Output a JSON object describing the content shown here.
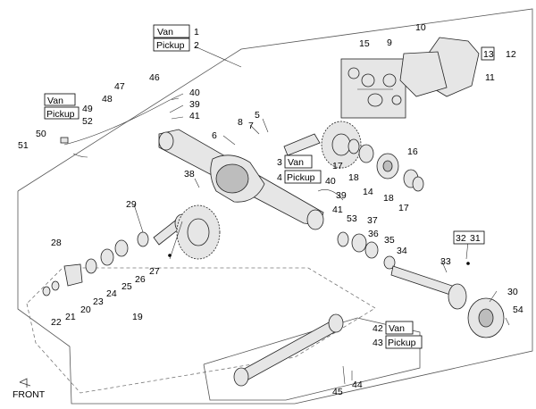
{
  "callouts": {
    "c1": "1",
    "c2": "2",
    "c3": "3",
    "c4": "4",
    "c5": "5",
    "c6": "6",
    "c7": "7",
    "c8": "8",
    "c9": "9",
    "c10": "10",
    "c11": "11",
    "c12": "12",
    "c13": "13",
    "c14": "14",
    "c15": "15",
    "c16": "16",
    "c17a": "17",
    "c17b": "17",
    "c18a": "18",
    "c18b": "18",
    "c19": "19",
    "c20": "20",
    "c21": "21",
    "c22": "22",
    "c23": "23",
    "c24": "24",
    "c25": "25",
    "c26": "26",
    "c27": "27",
    "c28": "28",
    "c29": "29",
    "c30": "30",
    "c31": "31",
    "c32": "32",
    "c33": "33",
    "c34": "34",
    "c35": "35",
    "c36": "36",
    "c37": "37",
    "c38": "38",
    "c39a": "39",
    "c39b": "39",
    "c40a": "40",
    "c40b": "40",
    "c41a": "41",
    "c41b": "41",
    "c42": "42",
    "c43": "43",
    "c44": "44",
    "c45": "45",
    "c46": "46",
    "c47": "47",
    "c48": "48",
    "c49": "49",
    "c50": "50",
    "c51": "51",
    "c52": "52",
    "c53": "53",
    "c54": "54"
  },
  "variant_tags": {
    "van": "Van",
    "pickup": "Pickup"
  },
  "front_label": "FRONT"
}
